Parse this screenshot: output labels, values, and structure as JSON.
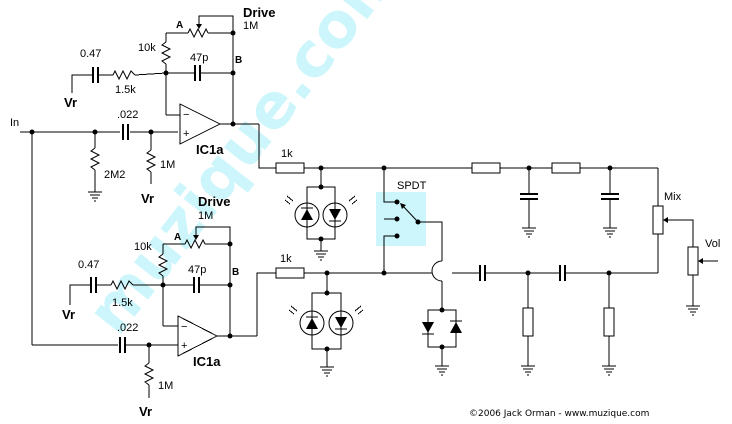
{
  "diagram": {
    "type": "circuit-schematic",
    "watermark": "muzique.com",
    "copyright": "©2006 Jack Orman - www.muzique.com",
    "colors": {
      "watermark": "#ccf6fb",
      "lines": "#000000",
      "background": "#ffffff"
    }
  },
  "labels": {
    "input": "In",
    "stage1": {
      "drive_title": "Drive",
      "drive_value": "1M",
      "node_a": "A",
      "node_b": "B",
      "r_feedback": "10k",
      "c_feedback": "47p",
      "c_gain": "0.47",
      "r_gain": "1.5k",
      "vref_gain": "Vr",
      "c_input": ".022",
      "r_bias": "1M",
      "vref_bias": "Vr",
      "r_input": "2M2",
      "opamp": "IC1a",
      "opamp_minus": "−",
      "opamp_plus": "+",
      "r_out": "1k"
    },
    "stage2": {
      "drive_title": "Drive",
      "drive_value": "1M",
      "node_a": "A",
      "node_b": "B",
      "r_feedback": "10k",
      "c_feedback": "47p",
      "c_gain": "0.47",
      "r_gain": "1.5k",
      "vref_gain": "Vr",
      "c_input": ".022",
      "r_bias": "1M",
      "vref_bias": "Vr",
      "opamp": "IC1a",
      "opamp_minus": "−",
      "opamp_plus": "+",
      "r_out": "1k"
    },
    "switch": "SPDT",
    "mix_pot": "Mix",
    "vol_pot": "Vol"
  }
}
